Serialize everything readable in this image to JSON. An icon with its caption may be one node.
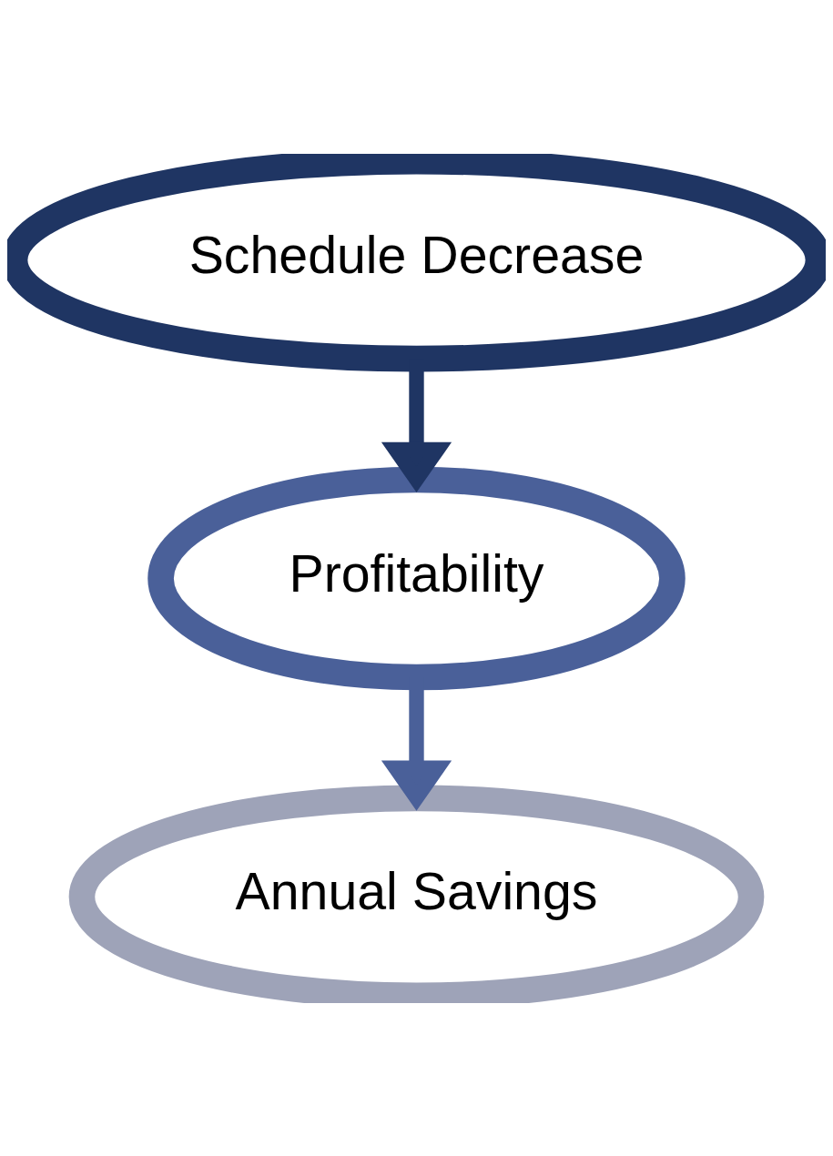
{
  "diagram": {
    "nodes": [
      {
        "text": [
          "Schedule Decrease"
        ]
      },
      {
        "text": [
          "Profitability"
        ]
      },
      {
        "text": [
          "Annual Savings"
        ]
      }
    ],
    "edges": [
      {
        "from": 0,
        "to": 1,
        "arrow": "to",
        "color": "#1f3563"
      },
      {
        "from": 1,
        "to": 2,
        "arrow": "to",
        "color": "#4a6099"
      }
    ]
  }
}
